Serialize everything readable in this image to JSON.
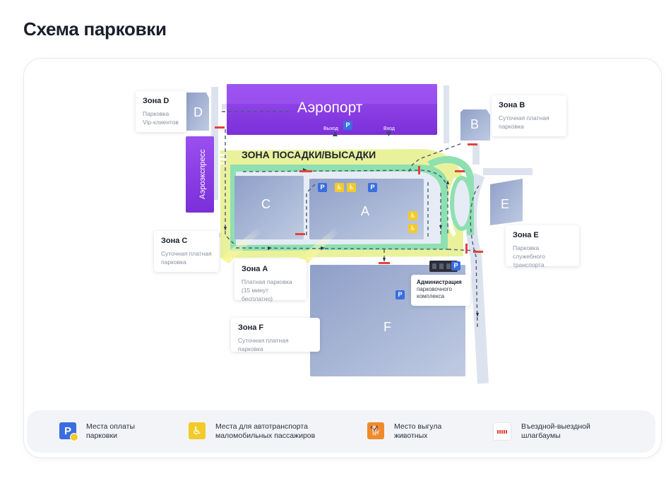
{
  "page_title": "Схема парковки",
  "map": {
    "airport_label": "Аэропорт",
    "exit_label": "Выход",
    "entry_label": "Вход",
    "dropoff_label": "ЗОНА ПОСАДКИ/ВЫСАДКИ",
    "aeroexpress_label": "Аэроэкспресс",
    "zone_letters": {
      "a": "A",
      "b": "B",
      "c": "C",
      "d": "D",
      "e": "E",
      "f": "F"
    }
  },
  "zones": {
    "d": {
      "title": "Зона D",
      "desc": [
        "Парковка",
        "Vip-клиентов"
      ]
    },
    "b": {
      "title": "Зона B",
      "desc": [
        "Суточная платная",
        "парковка"
      ]
    },
    "c": {
      "title": "Зона C",
      "desc": [
        "Суточная платная",
        "парковка"
      ]
    },
    "a": {
      "title": "Зона A",
      "desc": [
        "Платная парковка",
        "(15 минут бесплатно)"
      ]
    },
    "e": {
      "title": "Зона E",
      "desc": [
        "Парковка служебного",
        "транспорта"
      ]
    },
    "f": {
      "title": "Зона F",
      "desc": [
        "Суточная платная парковка"
      ]
    }
  },
  "admin": {
    "title": [
      "Администрация",
      "парковочного",
      "комплекса"
    ]
  },
  "legend": [
    {
      "icon": "parking-payment-icon",
      "lines": [
        "Места оплаты",
        "парковки"
      ]
    },
    {
      "icon": "accessible-parking-icon",
      "lines": [
        "Места для автотранспорта",
        "маломобильных пассажиров"
      ]
    },
    {
      "icon": "pet-walking-icon",
      "lines": [
        "Место выгула",
        "животных"
      ]
    },
    {
      "icon": "barrier-icon",
      "lines": [
        "Въездной-выездной",
        "шлагбаумы"
      ]
    }
  ],
  "colors": {
    "airport": "#8a3fe0",
    "aeroexpress": "#8a3fe0",
    "parking_lot": "#a4b2d2",
    "road": "#dde3ee",
    "dropoff_zone": "#e9f29a",
    "green_strip": "#8ee0b1",
    "parking_icon": "#3a6ee0",
    "accessible_icon": "#f2cb2a",
    "pet_icon": "#f08a2a",
    "barrier": "#e0443a"
  }
}
